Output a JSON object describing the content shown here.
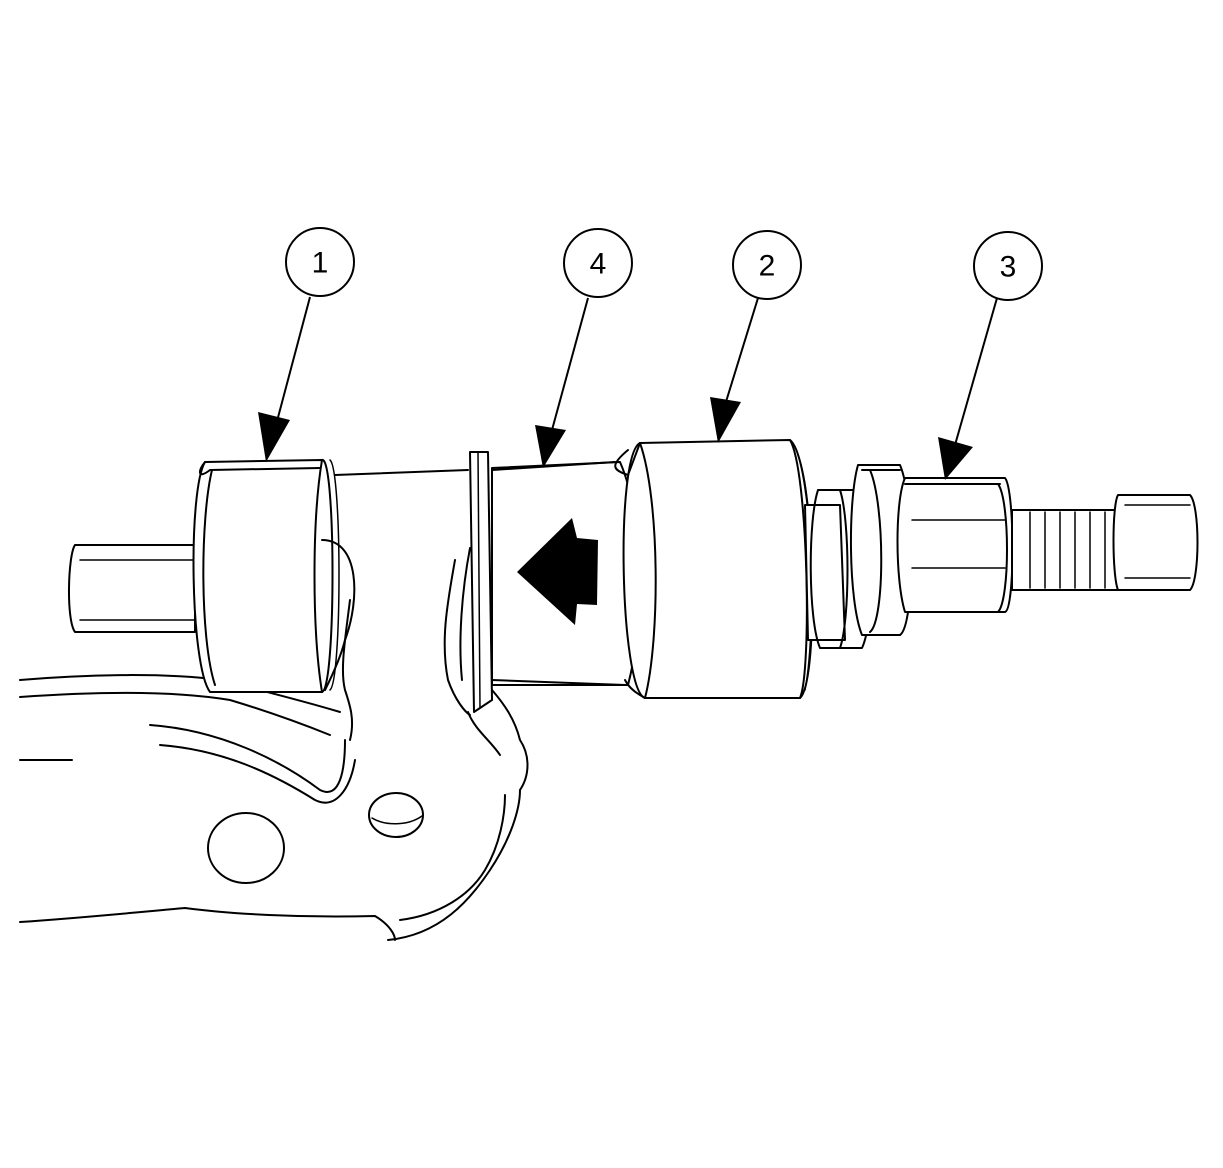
{
  "callouts": [
    {
      "id": "callout-1",
      "label": "1"
    },
    {
      "id": "callout-4",
      "label": "4"
    },
    {
      "id": "callout-2",
      "label": "2"
    },
    {
      "id": "callout-3",
      "label": "3"
    }
  ],
  "direction_arrow": {
    "icon": "left-arrow-icon",
    "color": "#000000"
  },
  "colors": {
    "line": "#000000",
    "background": "#ffffff"
  }
}
